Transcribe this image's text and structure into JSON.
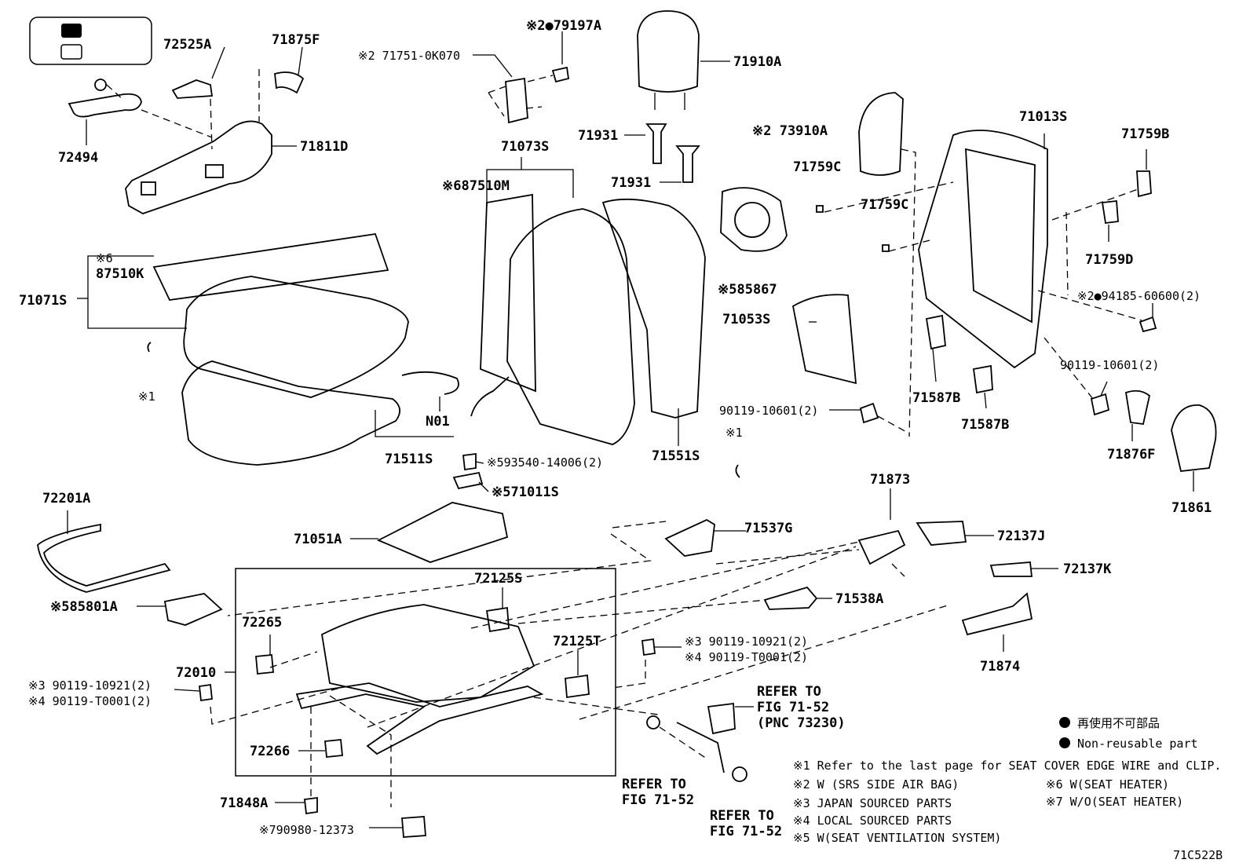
{
  "figure_code": "71C522B",
  "legend_box": {
    "filled_key": "",
    "empty_key": ""
  },
  "parts": {
    "p72525A": "72525A",
    "p71875F": "71875F",
    "p72494": "72494",
    "p71811D": "71811D",
    "p71751": "※2 71751-0K070",
    "p79197A": "※2●79197A",
    "p71910A": "71910A",
    "p71931a": "71931",
    "p71931b": "71931",
    "p71073S": "71073S",
    "p87510M": "※687510M",
    "p73910A": "※2 73910A",
    "p71013S": "71013S",
    "p71759B": "71759B",
    "p71759C_a": "71759C",
    "p71759C_b": "71759C",
    "p71759D": "71759D",
    "p94185": "※2●94185-60600(2)",
    "p85867": "※585867",
    "p71053S": "71053S",
    "p87510K_note": "※6",
    "p87510K": "87510K",
    "p71071S": "71071S",
    "note1a": "※1",
    "note1b": "※1",
    "pN01": "N01",
    "p71511S": "71511S",
    "p71551S": "71551S",
    "p90119_10601_a": "90119-10601(2)",
    "p90119_10601_b": "90119-10601(2)",
    "p71587B_a": "71587B",
    "p71587B_b": "71587B",
    "p71876F": "71876F",
    "p71861": "71861",
    "p93540": "※593540-14006(2)",
    "p71011S": "※571011S",
    "p72201A": "72201A",
    "p71051A": "71051A",
    "p71537G": "71537G",
    "p71873": "71873",
    "p72137J": "72137J",
    "p72137K": "72137K",
    "p85801A": "※585801A",
    "p72125S": "72125S",
    "p72265": "72265",
    "p72125T": "72125T",
    "p71538A": "71538A",
    "p72010": "72010",
    "p90119_10921_l": "※3 90119-10921(2)",
    "p90119_T0001_l": "※4 90119-T0001(2)",
    "p90119_10921_r": "※3 90119-10921(2)",
    "p90119_T0001_r": "※4 90119-T0001(2)",
    "p71874": "71874",
    "p72266": "72266",
    "p71848A": "71848A",
    "p90980": "※790980-12373",
    "ref_73230": [
      "REFER TO",
      "FIG 71-52",
      "(PNC 73230)"
    ],
    "ref_a": [
      "REFER TO",
      "FIG 71-52"
    ],
    "ref_b": [
      "REFER TO",
      "FIG 71-52"
    ]
  },
  "legend": {
    "jp": "再使用不可部品",
    "en": "Non-reusable part"
  },
  "notes": {
    "n1": "※1  Refer to the last page for SEAT COVER EDGE WIRE and CLIP.",
    "n2": "※2  W (SRS SIDE AIR BAG)",
    "n3": "※3  JAPAN SOURCED PARTS",
    "n4": "※4  LOCAL SOURCED PARTS",
    "n5": "※5  W(SEAT VENTILATION SYSTEM)",
    "n6": "※6  W(SEAT HEATER)",
    "n7": "※7  W/O(SEAT HEATER)"
  }
}
